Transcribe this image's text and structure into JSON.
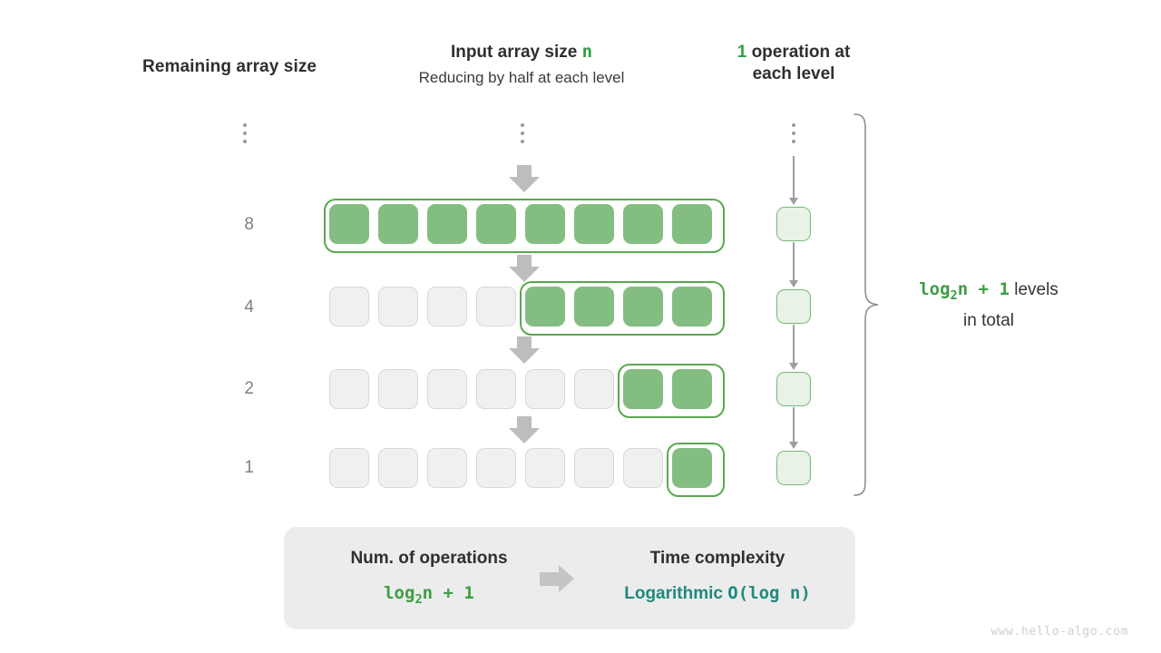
{
  "headers": {
    "left": "Remaining array size",
    "middle_line1_text": "Input array size",
    "middle_line1_var": "n",
    "middle_line2": "Reducing by half at each level",
    "right_count": "1",
    "right_text": "operation at",
    "right_text2": "each level"
  },
  "axis": {
    "dots": "vertical-ellipsis",
    "labels": [
      "8",
      "4",
      "2",
      "1"
    ]
  },
  "rows": [
    {
      "size_label": "8",
      "total_cells": 8,
      "filled_cells": 8
    },
    {
      "size_label": "4",
      "total_cells": 8,
      "filled_cells": 4
    },
    {
      "size_label": "2",
      "total_cells": 8,
      "filled_cells": 2
    },
    {
      "size_label": "1",
      "total_cells": 8,
      "filled_cells": 1
    }
  ],
  "operations": {
    "boxes": 4,
    "box_label": ""
  },
  "brace_note": {
    "formula_pre": "log",
    "formula_sub": "2",
    "formula_post": "n + 1",
    "suffix": "levels",
    "line2": "in total"
  },
  "summary": {
    "left_title": "Num. of operations",
    "left_value_pre": "log",
    "left_value_sub": "2",
    "left_value_post": "n + 1",
    "arrow": "right-arrow-icon",
    "right_title": "Time complexity",
    "right_value_word": "Logarithmic",
    "right_value_bigo": "O(log n)"
  },
  "watermark": "www.hello-algo.com",
  "colors": {
    "green_fill": "#84bd81",
    "green_border": "#5aa84f",
    "light_green_fill": "#e8f2e6",
    "light_green_border": "#79b877",
    "empty_fill": "#f0f0f0",
    "empty_border": "#d8d8d8",
    "arrow_gray": "#bdbdbd",
    "text_dark": "#2f2f2f",
    "label_gray": "#808080",
    "accent_green": "#3f9d45",
    "accent_teal": "#1f8a7e",
    "panel_bg": "#ececec"
  }
}
